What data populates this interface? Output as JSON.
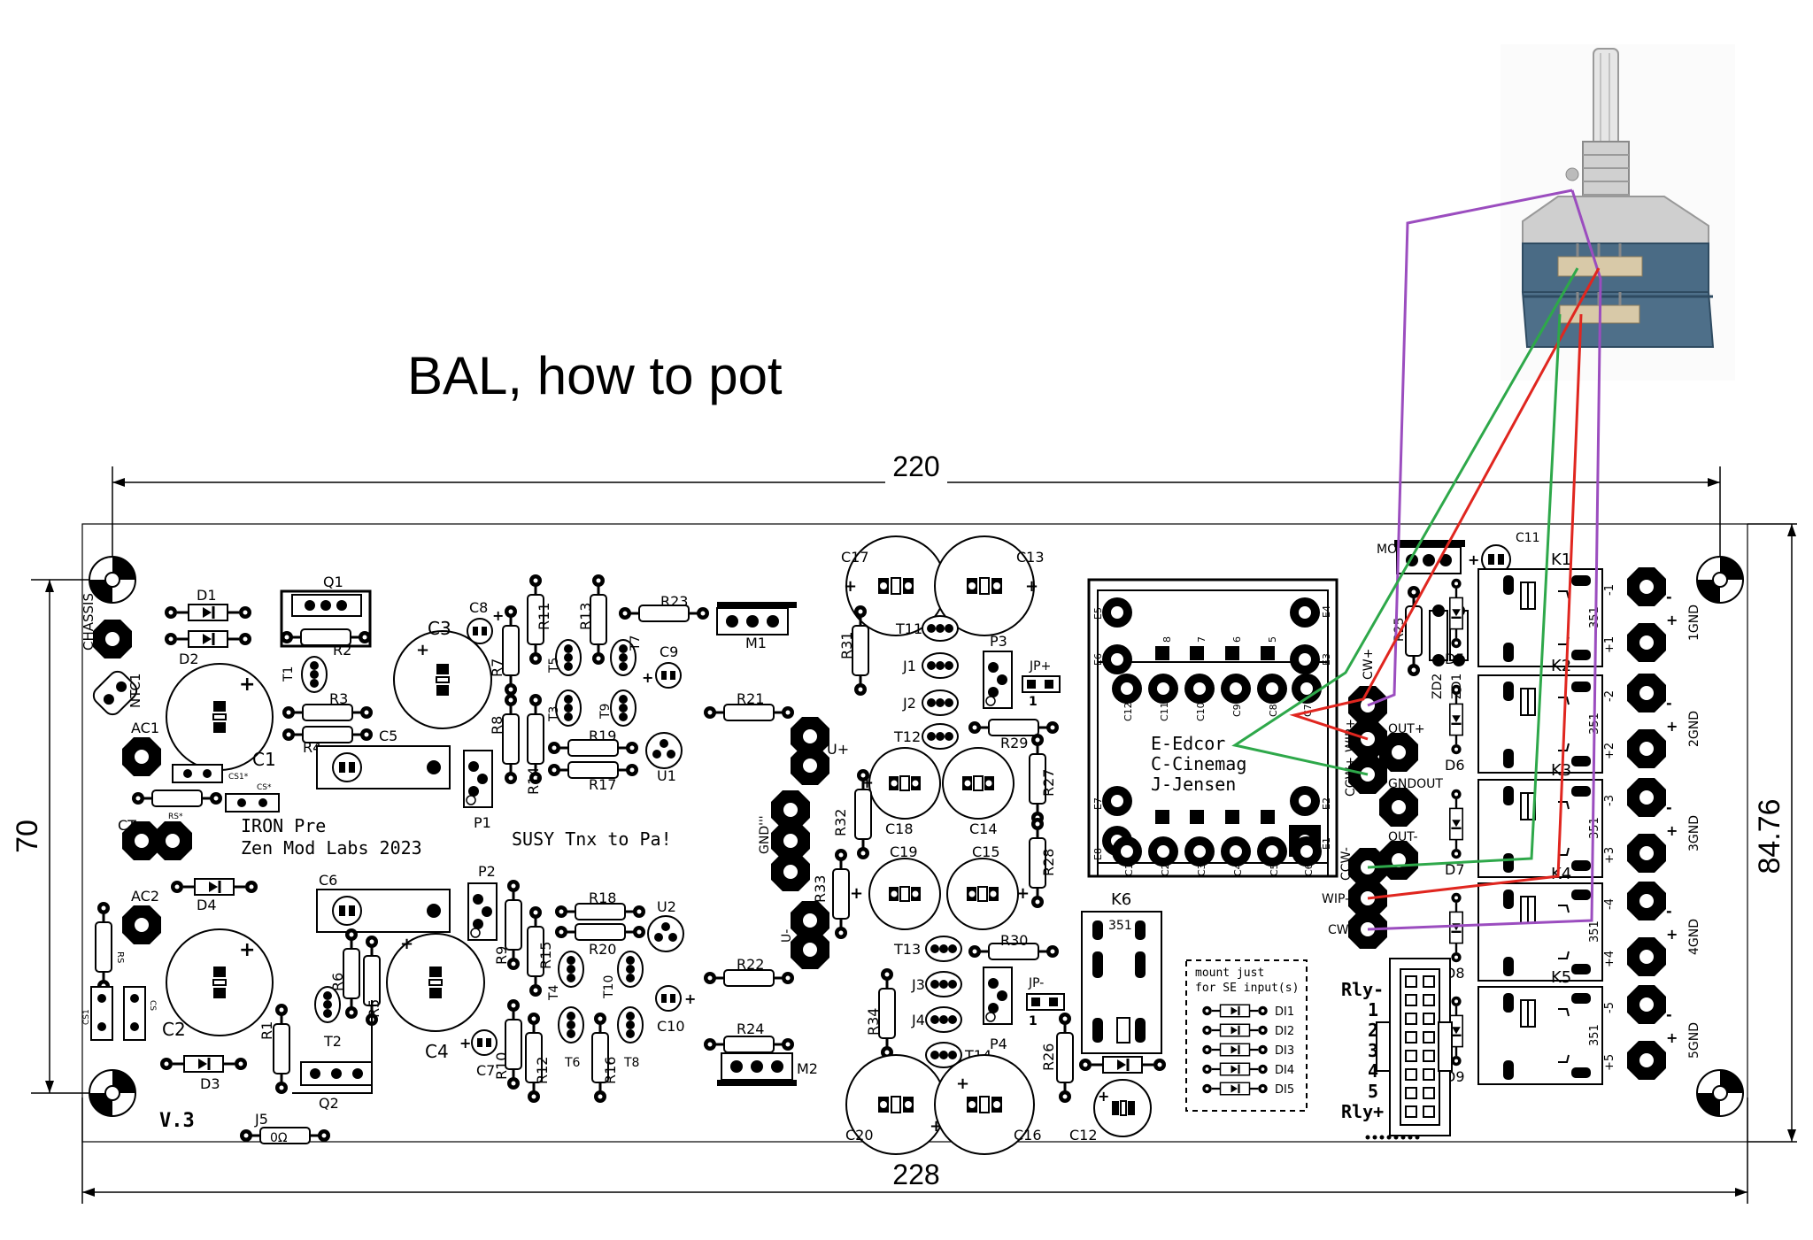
{
  "title": "BAL, how to pot",
  "dimensions": {
    "top_width": "220",
    "bottom_width": "228",
    "left_height": "70",
    "right_height": "84.76"
  },
  "board": {
    "name_line1": "IRON Pre",
    "name_line2": "Zen Mod Labs 2023",
    "thanks": "SUSY Tnx to Pa!",
    "version": "V.3",
    "transformer_note": [
      "E-Edcor",
      "C-Cinemag",
      "J-Jensen"
    ],
    "se_note": [
      "mount just",
      "for SE input(s)"
    ],
    "se_diodes": [
      "DI1",
      "DI2",
      "DI3",
      "DI4",
      "DI5"
    ],
    "pot_pads": [
      "CW+",
      "WIP+",
      "CCW+",
      "CCW-",
      "WIP-",
      "CW-"
    ],
    "out_pads": [
      "OUT+",
      "GNDOUT",
      "OUT-"
    ],
    "relays": [
      "K1",
      "K2",
      "K3",
      "K4",
      "K5"
    ],
    "relay_diodes": [
      "D5",
      "D6",
      "D7",
      "D8",
      "D9"
    ],
    "input_pads": [
      [
        "-1",
        "+1",
        "1GND"
      ],
      [
        "-2",
        "+2",
        "2GND"
      ],
      [
        "-3",
        "+3",
        "3GND"
      ],
      [
        "-4",
        "+4",
        "4GND"
      ],
      [
        "-5",
        "+5",
        "5GND"
      ]
    ],
    "rly_header_top": "Rly-",
    "rly_header_bottom": "Rly+",
    "rly_numbers": [
      "1",
      "2",
      "3",
      "4",
      "5"
    ],
    "rly_number_351": "351",
    "left_labels": {
      "chassis": "CHASSIS",
      "ntc": "NTC1",
      "ac1": "AC1",
      "ac2": "AC2",
      "ct": "CT",
      "cs1a": "CS1*",
      "csa": "CS*",
      "rs": "RS*",
      "rs_vert": "RS",
      "cs1b": "CS1",
      "csb": "CS",
      "d1": "D1",
      "d2": "D2",
      "d3": "D3",
      "d4": "D4",
      "c1": "C1",
      "c2": "C2",
      "j5": "J5",
      "j5_value": "0Ω"
    },
    "components": {
      "q1": "Q1",
      "q2": "Q2",
      "r1": "R1",
      "r2": "R2",
      "r3": "R3",
      "r4": "R4",
      "r5": "R5",
      "r6": "R6",
      "t1": "T1",
      "t2": "T2",
      "c3": "C3",
      "c4": "C4",
      "c5": "C5",
      "c6": "C6",
      "c7": "C7",
      "c8": "C8",
      "c9": "C9",
      "c10": "C10",
      "p1": "P1",
      "p2": "P2",
      "r7": "R7",
      "r8": "R8",
      "r9": "R9",
      "r10": "R10",
      "r11": "R11",
      "r12": "R12",
      "r13": "R13",
      "r14": "R14",
      "r15": "R15",
      "r16": "R16",
      "r17": "R17",
      "r18": "R18",
      "r19": "R19",
      "r20": "R20",
      "r21": "R21",
      "r22": "R22",
      "r23": "R23",
      "r24": "R24",
      "t3": "T3",
      "t4": "T4",
      "t5": "T5",
      "t6": "T6",
      "t7": "T7",
      "t8": "T8",
      "t9": "T9",
      "t10": "T10",
      "u1": "U1",
      "u2": "U2",
      "m1": "M1",
      "m2": "M2",
      "u_plus": "U+",
      "u_minus": "U-",
      "gnd": "GND'''",
      "c13": "C13",
      "c14": "C14",
      "c15": "C15",
      "c16": "C16",
      "c17": "C17",
      "c18": "C18",
      "c19": "C19",
      "c20": "C20",
      "t11": "T11",
      "t12": "T12",
      "t13": "T13",
      "t14": "T14",
      "j1": "J1",
      "j2": "J2",
      "j3": "J3",
      "j4": "J4",
      "p3": "P3",
      "p4": "P4",
      "jp_plus": "JP+",
      "jp_minus": "JP-",
      "r26": "R26",
      "r27": "R27",
      "r28": "R28",
      "r29": "R29",
      "r30": "R30",
      "r31": "R31",
      "r32": "R32",
      "r33": "R33",
      "r34": "R34",
      "k6": "K6",
      "k6_351": "351",
      "c12": "C12",
      "one_a": "1",
      "one_b": "1",
      "mo": "MO",
      "c11": "C11",
      "r25": "R25",
      "zd1": "ZD1",
      "zd2": "ZD2"
    },
    "xfmr_top_pins": [
      "8",
      "7",
      "6",
      "5"
    ],
    "xfmr_row_pins": [
      "C12",
      "C11",
      "C10",
      "C9",
      "C8",
      "C7"
    ],
    "xfmr_bottom_pins": [
      "J1",
      "J2",
      "J3",
      "J4"
    ],
    "xfmr_bottom_row": [
      "C1",
      "C2",
      "C3",
      "C4",
      "C5",
      "C6"
    ],
    "xfmr_side": [
      "E5",
      "E6",
      "E4",
      "E3",
      "E7",
      "E8",
      "E2",
      "E1"
    ]
  },
  "wire_colors": {
    "cw": "#9b4dbf",
    "wiper": "#e0261f",
    "ccw": "#2ea84a"
  }
}
